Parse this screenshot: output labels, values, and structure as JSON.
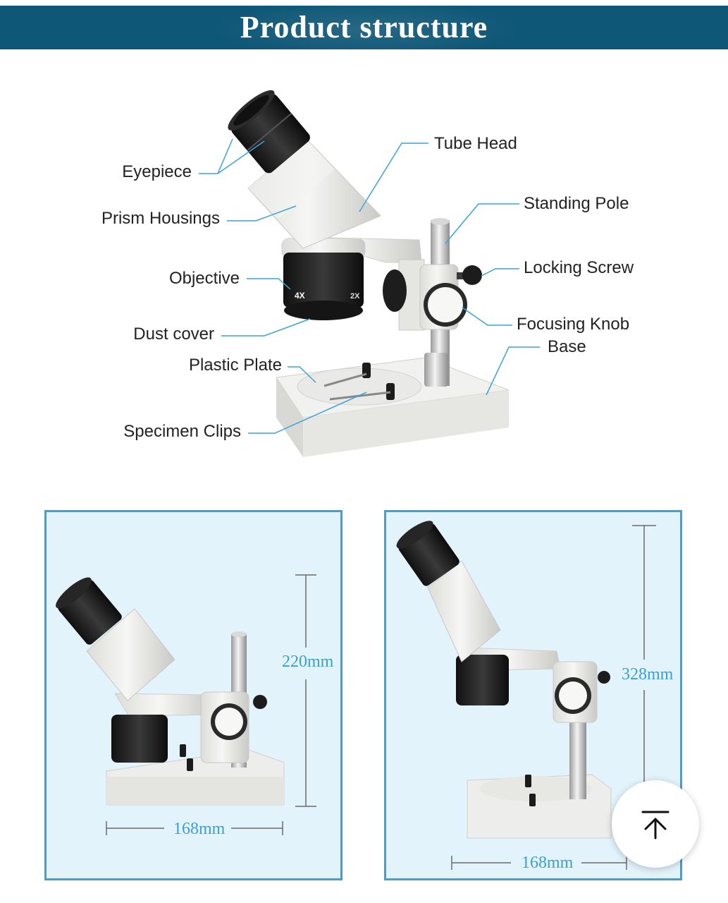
{
  "header": {
    "title": "Product structure"
  },
  "labels": {
    "eyepiece": "Eyepiece",
    "prism_housings": "Prism Housings",
    "objective": "Objective",
    "dust_cover": "Dust cover",
    "plastic_plate": "Plastic Plate",
    "specimen_clips": "Specimen Clips",
    "tube_head": "Tube Head",
    "standing_pole": "Standing Pole",
    "locking_screw": "Locking Screw",
    "focusing_knob": "Focusing Knob",
    "base": "Base"
  },
  "objective_marks": {
    "left": "4X",
    "right": "2X"
  },
  "dimensions": {
    "left_panel": {
      "height": "220mm",
      "width": "168mm"
    },
    "right_panel": {
      "height": "328mm",
      "width": "168mm"
    }
  },
  "icons": {
    "scroll_top": "arrow-up-to-line-icon"
  },
  "colors": {
    "banner": "#0f5777",
    "accent": "#37a3d8",
    "panel_bg": "#e2f3fb"
  }
}
